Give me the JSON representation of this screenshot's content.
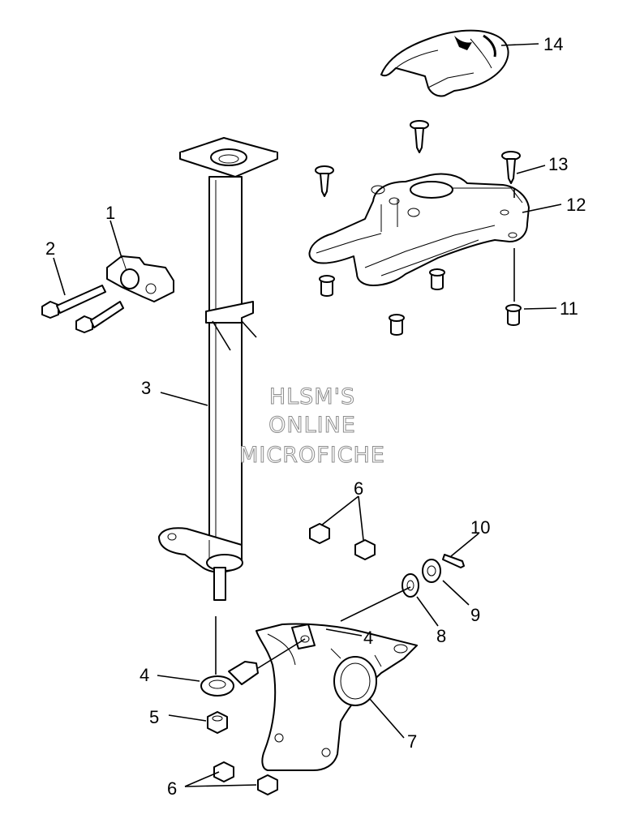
{
  "watermark": {
    "line1": "HLSM'S",
    "line2": "ONLINE",
    "line3": "MICROFICHE"
  },
  "callouts": {
    "c1": "1",
    "c2": "2",
    "c3": "3",
    "c4a": "4",
    "c4b": "4",
    "c5": "5",
    "c6a": "6",
    "c6b": "6",
    "c7": "7",
    "c8": "8",
    "c9": "9",
    "c10": "10",
    "c11": "11",
    "c12": "12",
    "c13": "13",
    "c14": "14"
  }
}
